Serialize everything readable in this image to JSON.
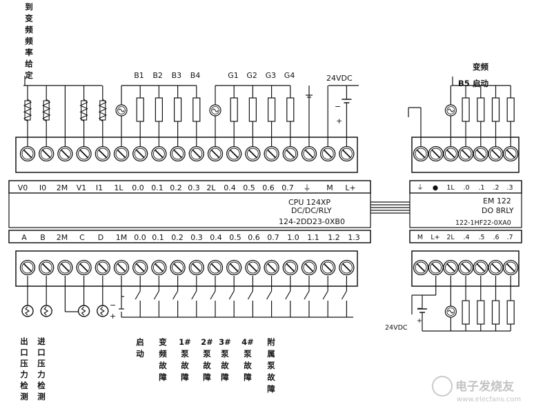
{
  "cpu": {
    "model_line1": "CPU 124XP",
    "model_line2": "DC/DC/RLY",
    "model_line3": "124-2DD23-0XB0",
    "top_row_labels": [
      "V0",
      "I0",
      "2M",
      "V1",
      "I1",
      "1L",
      "0.0",
      "0.1",
      "0.2",
      "0.3",
      "2L",
      "0.4",
      "0.5",
      "0.6",
      "0.7",
      "⏚",
      "M",
      "L+"
    ],
    "bottom_row_labels": [
      "A",
      "B",
      "2M",
      "C",
      "D",
      "1M",
      "0.0",
      "0.1",
      "0.2",
      "0.3",
      "0.4",
      "0.5",
      "0.6",
      "0.7",
      "1.0",
      "1.1",
      "1.2",
      "1.3"
    ],
    "top_terminal_count": 18,
    "bottom_terminal_count": 18
  },
  "outputs": {
    "b_labels": [
      "B1",
      "B2",
      "B3",
      "B4"
    ],
    "g_labels": [
      "G1",
      "G2",
      "G3",
      "G4"
    ],
    "supply_label": "24VDC",
    "minus_sign": "−",
    "plus_sign": "+"
  },
  "analog_labels": {
    "freq_setpoint": [
      "到",
      "变",
      "频",
      "频",
      "率",
      "给",
      "定"
    ]
  },
  "inputs": {
    "minus_sign": "−",
    "plus_sign": "+",
    "sensor_labels": [
      [
        "出",
        "口",
        "压",
        "力",
        "检",
        "测"
      ],
      [
        "进",
        "口",
        "压",
        "力",
        "检",
        "测"
      ]
    ],
    "switch_labels": [
      [
        "启",
        "动"
      ],
      [
        "变",
        "频",
        "故",
        "障"
      ],
      [
        "1#",
        "泵",
        "故",
        "障"
      ],
      [
        "2#",
        "泵",
        "故",
        "障"
      ],
      [
        "3#",
        "泵",
        "故",
        "障"
      ],
      [
        "4#",
        "泵",
        "故",
        "障"
      ],
      [
        "附",
        "属",
        "泵",
        "故",
        "障"
      ]
    ]
  },
  "em": {
    "title_top": "变频",
    "b5_label": "B5",
    "start_label": "启动",
    "model_line1": "EM  122",
    "model_line2": "DO 8RLY",
    "model_line3": "122-1HF22-0XA0",
    "top_row_labels": [
      "⏚",
      "●",
      "1L",
      ".0",
      ".1",
      ".2",
      ".3"
    ],
    "bottom_row_labels": [
      "M",
      "L+",
      "2L",
      ".4",
      ".5",
      ".6",
      ".7"
    ],
    "supply_label": "24VDC",
    "minus_sign": "−",
    "plus_sign": "+",
    "terminal_count": 7
  },
  "watermark": {
    "text_cn": "电子发烧友",
    "text_url": "www.elecfans.com"
  }
}
